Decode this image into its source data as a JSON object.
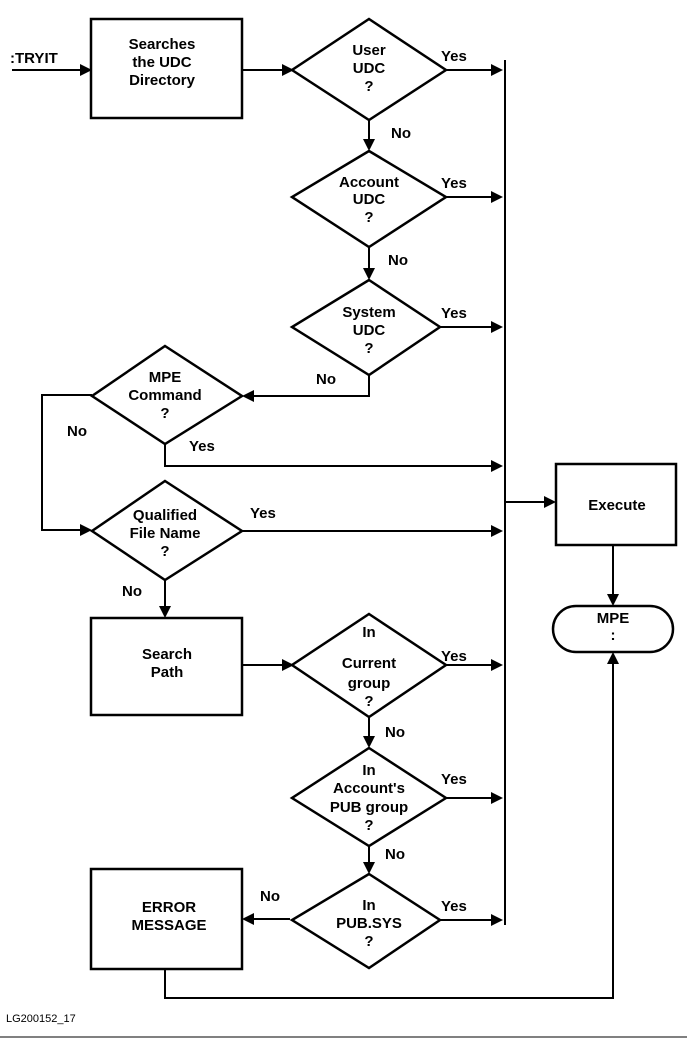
{
  "start_label": ":TRYIT",
  "figure_id": "LG200152_17",
  "boxes": {
    "search_udc": [
      "Searches",
      "the UDC",
      "Directory"
    ],
    "search_path": [
      "Search",
      "Path"
    ],
    "error": [
      "ERROR",
      "MESSAGE"
    ],
    "execute": [
      "Execute"
    ],
    "mpe": [
      "MPE",
      ":"
    ]
  },
  "decisions": {
    "user_udc": [
      "User",
      "UDC",
      "?"
    ],
    "account_udc": [
      "Account",
      "UDC",
      "?"
    ],
    "system_udc": [
      "System",
      "UDC",
      "?"
    ],
    "mpe_command": [
      "MPE",
      "Command",
      "?"
    ],
    "qualified_file": [
      "Qualified",
      "File Name",
      "?"
    ],
    "current_group": [
      "In",
      "Current",
      "group",
      "?"
    ],
    "account_pub": [
      "In",
      "Account's",
      "PUB group",
      "?"
    ],
    "pub_sys": [
      "In",
      "PUB.SYS",
      "?"
    ]
  },
  "edge_labels": {
    "yes": "Yes",
    "no": "No"
  }
}
